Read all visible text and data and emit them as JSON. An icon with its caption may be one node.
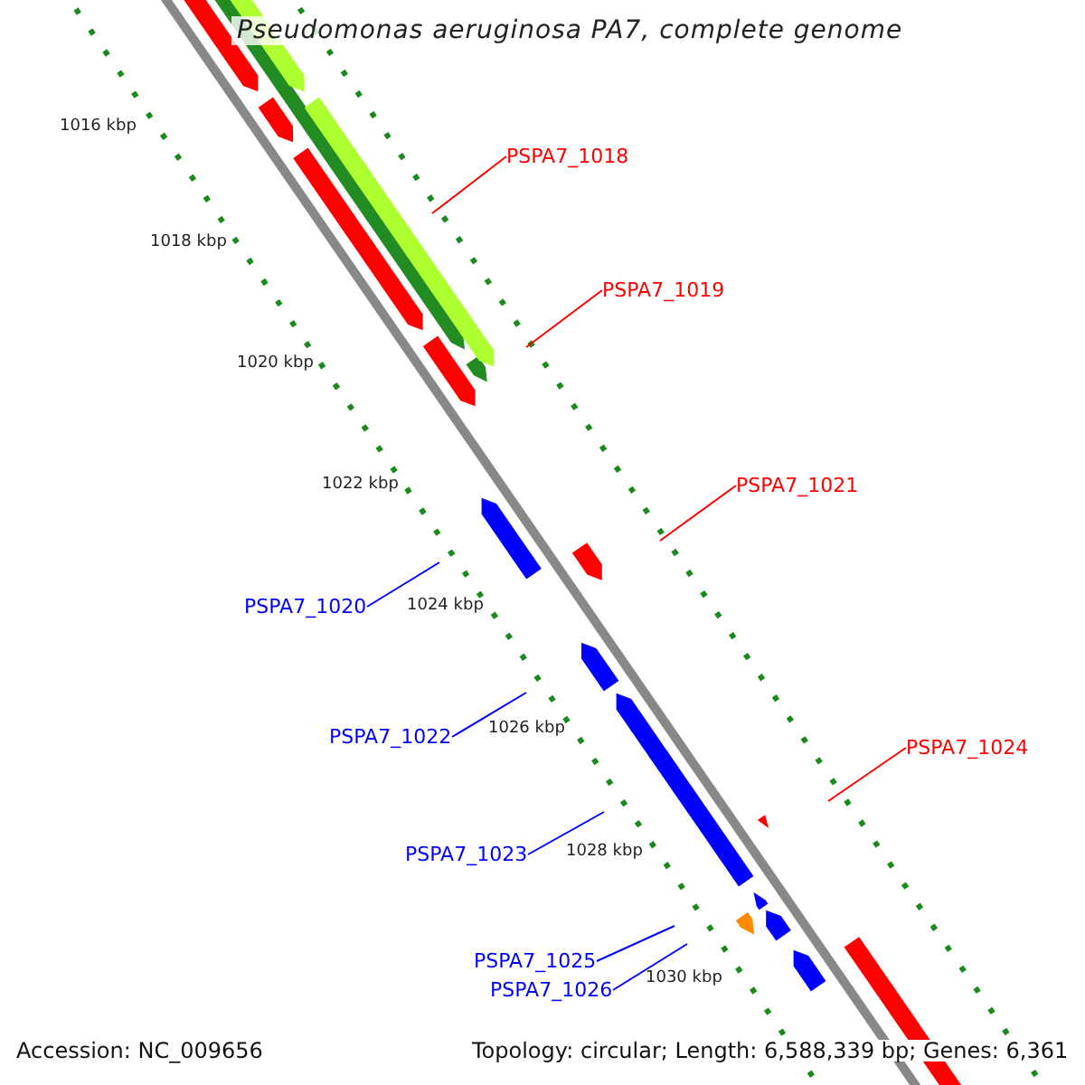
{
  "diagram": {
    "title": "Pseudomonas aeruginosa PA7, complete genome",
    "nodes": [
      {
        "text": [
          "PSPA7_1018"
        ]
      },
      {
        "text": [
          "PSPA7_1019"
        ]
      },
      {
        "text": [
          "PSPA7_1021"
        ]
      },
      {
        "text": [
          "PSPA7_1020"
        ]
      },
      {
        "text": [
          "PSPA7_1022"
        ]
      },
      {
        "text": [
          "PSPA7_1024"
        ]
      },
      {
        "text": [
          "PSPA7_1023"
        ]
      },
      {
        "text": [
          "PSPA7_1025"
        ]
      },
      {
        "text": [
          "PSPA7_1026"
        ]
      }
    ],
    "edges": [
      {
        "from": 0,
        "to": null,
        "arrow": "none",
        "color": "#ff0000"
      },
      {
        "from": 1,
        "to": null,
        "arrow": "none",
        "color": "#ff0000"
      },
      {
        "from": 2,
        "to": null,
        "arrow": "none",
        "color": "#ff0000"
      },
      {
        "from": 3,
        "to": null,
        "arrow": "none"
      },
      {
        "from": 4,
        "to": null,
        "arrow": "none"
      },
      {
        "from": 5,
        "to": null,
        "arrow": "none",
        "color": "#ff0000"
      },
      {
        "from": 6,
        "to": null,
        "arrow": "none"
      },
      {
        "from": 7,
        "to": null,
        "arrow": "none"
      },
      {
        "from": 8,
        "to": null,
        "arrow": "none"
      }
    ],
    "labels": [
      "1016 kbp",
      "1018 kbp",
      "1020 kbp",
      "1022 kbp",
      "1024 kbp",
      "1026 kbp",
      "1028 kbp",
      "1030 kbp",
      "Accession: NC_009656",
      "Topology: circular; Length: 6,588,339 bp; Genes: 6,361"
    ]
  }
}
